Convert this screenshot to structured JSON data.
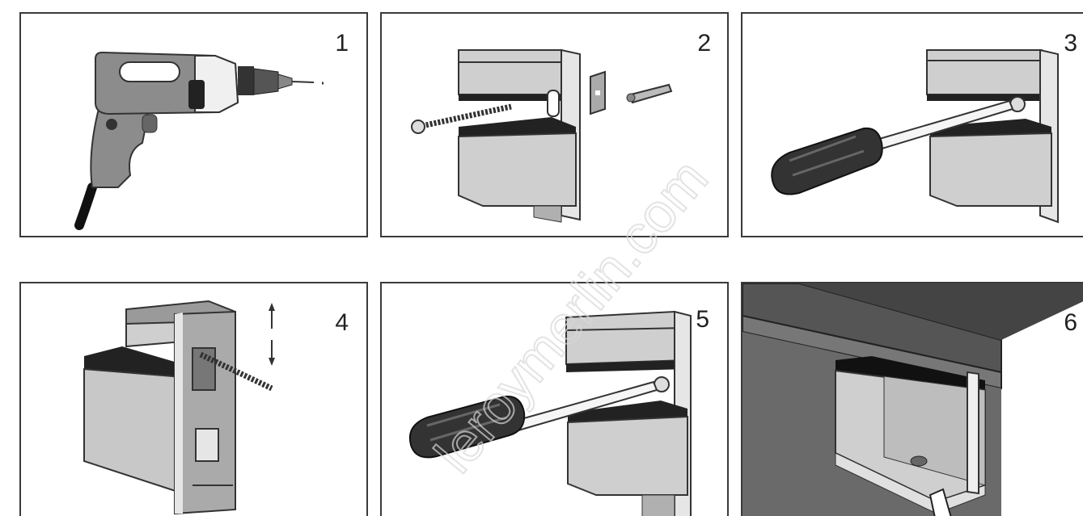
{
  "steps": [
    {
      "number": "1",
      "icon": "drill-icon"
    },
    {
      "number": "2",
      "icon": "bracket-parts-icon"
    },
    {
      "number": "3",
      "icon": "screwdriver-icon"
    },
    {
      "number": "4",
      "icon": "adjust-height-icon"
    },
    {
      "number": "5",
      "icon": "screwdriver-icon"
    },
    {
      "number": "6",
      "icon": "glass-shelf-icon"
    }
  ],
  "watermark": {
    "text": "leroymerlin.com"
  },
  "colors": {
    "border": "#3a3a3a",
    "dark_block": "#222222",
    "light_gray": "#c8c8c8",
    "mid_gray": "#9a9a9a",
    "drill_body": "#8c8c8c"
  }
}
